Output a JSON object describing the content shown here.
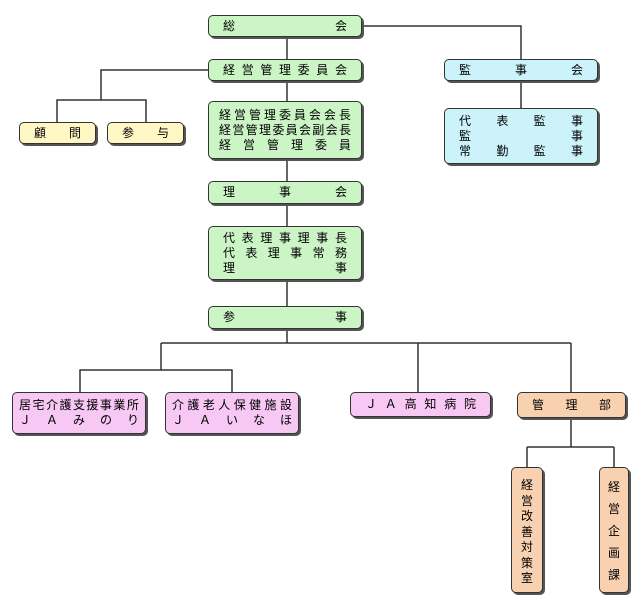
{
  "org": {
    "general_meeting": "総会",
    "management_committee": "経営管理委員会",
    "advisor": "顧問",
    "counselor": "参与",
    "committee_officers": [
      "経営管理委員会会長",
      "経営管理委員会副会長",
      "経営管理委員"
    ],
    "auditors_board": "監事会",
    "auditor_roles": [
      "代表監事",
      "監事",
      "常勤監事"
    ],
    "board_of_directors": "理事会",
    "director_roles": [
      "代表理事理事長",
      "代表理事常務",
      "理事"
    ],
    "sanji": "参事",
    "care_support_office": [
      "居宅介護支援事業所",
      "ＪＡみのり"
    ],
    "elderly_care_facility": [
      "介護老人保健施設",
      "ＪＡいなほ"
    ],
    "hospital": "ＪＡ高知病院",
    "management_dept": "管理部",
    "management_improvement_office": "経営改善対策室",
    "management_planning_section": "経営企画課"
  }
}
